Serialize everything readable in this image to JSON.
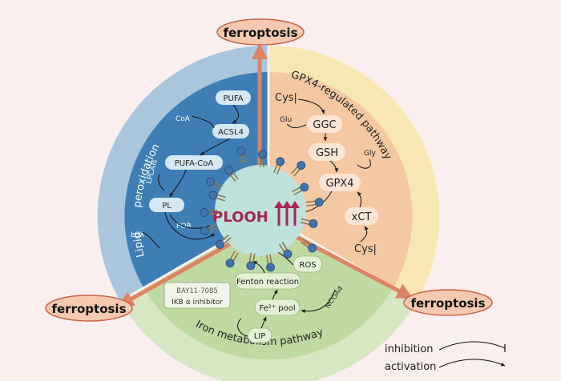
{
  "ferroptosis_labels": [
    "ferroptosis",
    "ferroptosis",
    "ferroptosis"
  ],
  "sectors": {
    "lipid": {
      "title_1": "Lipid",
      "title_2": "peroxidation",
      "nodes": {
        "pufa": "PUFA",
        "coa": "CoA",
        "acsl4": "ACSL4",
        "lpcats": "LPCATs",
        "pufa_coa": "PUFA-CoA",
        "pl": "PL",
        "lox": "LOX",
        "por": "POR"
      }
    },
    "gpx4": {
      "title": "GPX4-regulated pathway",
      "nodes": {
        "cys_top": "Cys|",
        "glu": "Glu",
        "ggc": "GGC",
        "gsh": "GSH",
        "gly": "Gly",
        "gpx4": "GPX4",
        "xct": "xCT",
        "cys_bottom": "Cys|"
      }
    },
    "iron": {
      "title": "Iron metabolism pathway",
      "nodes": {
        "ros": "ROS",
        "fenton": "Fenton reaction",
        "bay": "BAY11-7085",
        "ikb": "IKB α inhibitor",
        "fe_pool": "Fe²⁺ pool",
        "ncoa4": "NCOA4",
        "lip": "LIP"
      }
    }
  },
  "center": {
    "plooh": "PLOOH"
  },
  "legend": {
    "inhibition": "inhibition",
    "activation": "activation"
  },
  "colors": {
    "background": "#fbeeee",
    "lipid_outer": "#a9c6dd",
    "lipid_inner": "#3e7eb5",
    "gpx4_outer": "#f7e7b3",
    "gpx4_inner": "#f5c8a4",
    "iron_outer": "#d7e6c3",
    "iron_inner": "#bfd9a3",
    "center": "#bfe1db",
    "plooh": "#a4265a",
    "arrow": "#dd8363",
    "ferroptosis_fill": "#f6c9b0"
  }
}
